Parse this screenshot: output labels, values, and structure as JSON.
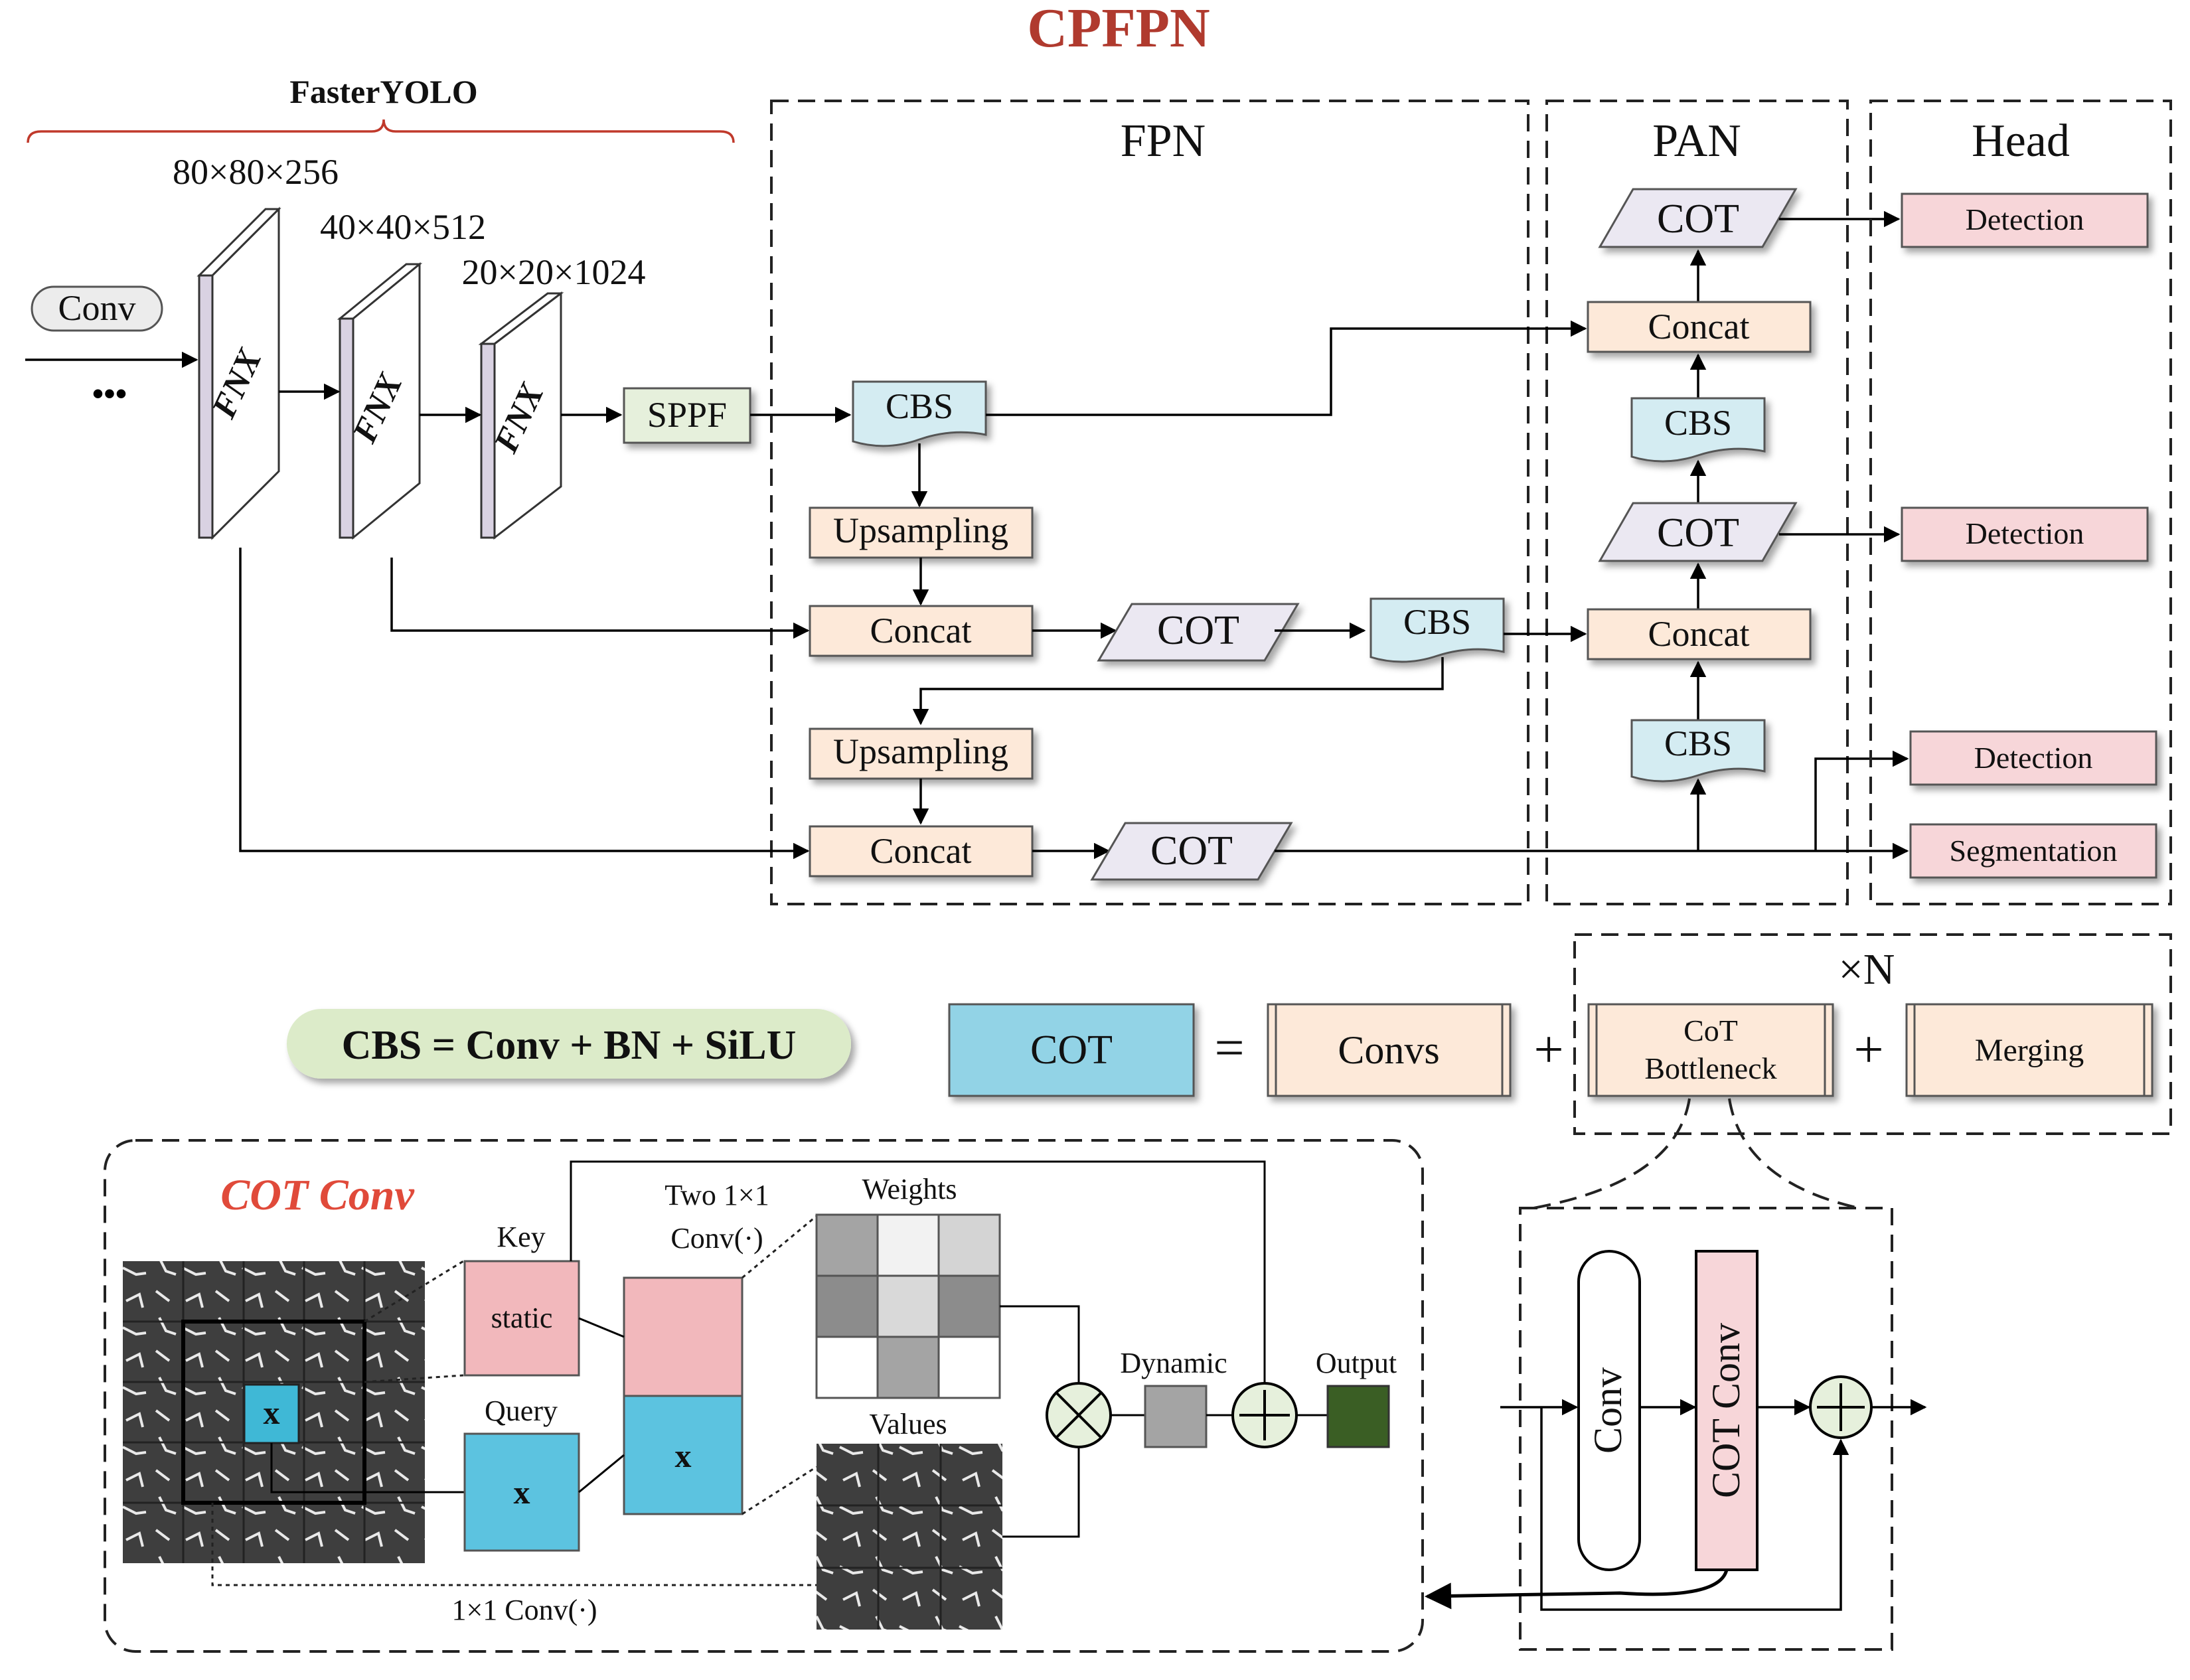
{
  "title": "CPFPN",
  "backbone": {
    "brace_label": "FasterYOLO",
    "input_label": "Conv",
    "ellipsis": "•••",
    "block_label": "FNX",
    "dims": [
      "80×80×256",
      "40×40×512",
      "20×20×1024"
    ],
    "sppf": "SPPF"
  },
  "fpn": {
    "title": "FPN",
    "cbs": "CBS",
    "upsampling": "Upsampling",
    "concat": "Concat",
    "cot": "COT"
  },
  "pan": {
    "title": "PAN",
    "cot": "COT",
    "concat": "Concat",
    "cbs": "CBS"
  },
  "head": {
    "title": "Head",
    "detection": "Detection",
    "segmentation": "Segmentation"
  },
  "legend": {
    "cbs_eq": "CBS = Conv + BN + SiLU",
    "cot": "COT",
    "equals": "=",
    "plus": "+",
    "convs": "Convs",
    "cot_bottleneck_1": "CoT",
    "cot_bottleneck_2": "Bottleneck",
    "merging": "Merging",
    "repeat": "×N"
  },
  "cot_conv": {
    "title": "COT Conv",
    "key": "Key",
    "static": "static",
    "query": "Query",
    "x": "x",
    "two_conv_1": "Two 1×1",
    "two_conv_2": "Conv(·)",
    "weights": "Weights",
    "values": "Values",
    "dynamic": "Dynamic",
    "output": "Output",
    "conv_1x1": "1×1 Conv(·)"
  },
  "bottleneck": {
    "conv": "Conv",
    "cot_conv": "COT Conv"
  },
  "colors": {
    "title": "#b03a2e",
    "cot_title": "#e04a3a",
    "orange_fill": "#fde9d9",
    "blue_fill": "#d4ecf2",
    "lavender_fill": "#ebe8f2",
    "pink_fill": "#f7d6d9",
    "green_fill": "#e6f0dc",
    "cot_blue": "#92d3e6",
    "key_pink": "#f2b8bc",
    "output_green": "#3a5e24"
  }
}
